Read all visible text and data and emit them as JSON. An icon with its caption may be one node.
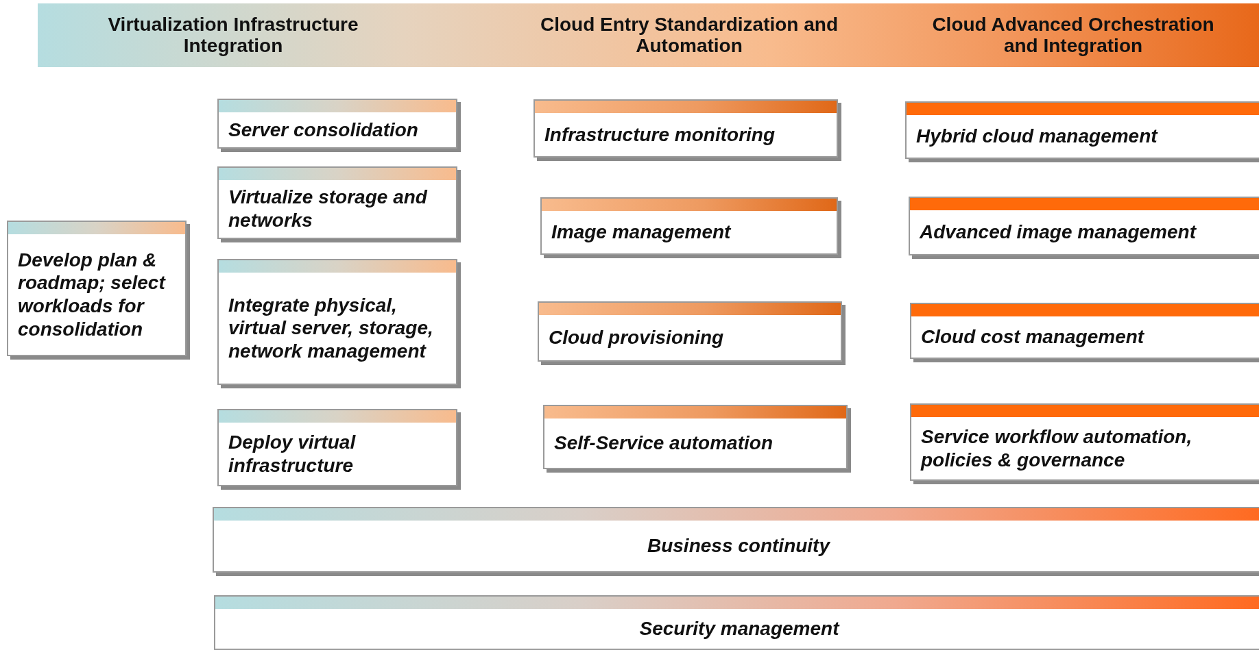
{
  "diagram": {
    "nodes": [
      {
        "text": [
          "Develop plan & roadmap; select workloads for consolidation"
        ]
      },
      {
        "text": [
          "Server consolidation"
        ]
      },
      {
        "text": [
          "Virtualize storage and networks"
        ]
      },
      {
        "text": [
          "Integrate physical, virtual server, storage, network management"
        ]
      },
      {
        "text": [
          "Deploy virtual infrastructure"
        ]
      },
      {
        "text": [
          "Infrastructure monitoring"
        ]
      },
      {
        "text": [
          "Image management"
        ]
      },
      {
        "text": [
          "Cloud provisioning"
        ]
      },
      {
        "text": [
          "Self-Service automation"
        ]
      },
      {
        "text": [
          "Hybrid cloud management"
        ]
      },
      {
        "text": [
          "Advanced image management"
        ]
      },
      {
        "text": [
          "Cloud cost management"
        ]
      },
      {
        "text": [
          "Service workflow automation, policies & governance"
        ]
      },
      {
        "text": [
          "Business continuity"
        ]
      },
      {
        "text": [
          "Security management"
        ]
      }
    ],
    "labels": [
      "Virtualization Infrastructure Integration",
      "Cloud Entry Standardization and Automation",
      "Cloud Advanced Orchestration and Integration"
    ]
  }
}
